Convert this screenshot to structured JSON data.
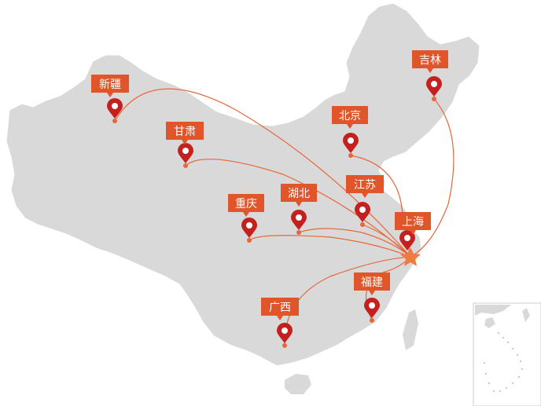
{
  "map": {
    "hub": "上海",
    "colors": {
      "land": "#d9d9d9",
      "route": "#e8663a",
      "label_bg": "#e0552a",
      "pin": "#c3201e",
      "hub_star": "#ee7b42"
    },
    "markers": [
      {
        "id": "xinjiang",
        "label": "新疆"
      },
      {
        "id": "gansu",
        "label": "甘肃"
      },
      {
        "id": "chongqing",
        "label": "重庆"
      },
      {
        "id": "hubei",
        "label": "湖北"
      },
      {
        "id": "beijing",
        "label": "北京"
      },
      {
        "id": "jiangsu",
        "label": "江苏"
      },
      {
        "id": "jilin",
        "label": "吉林"
      },
      {
        "id": "shanghai",
        "label": "上海"
      },
      {
        "id": "fujian",
        "label": "福建"
      },
      {
        "id": "guangxi",
        "label": "广西"
      }
    ]
  }
}
